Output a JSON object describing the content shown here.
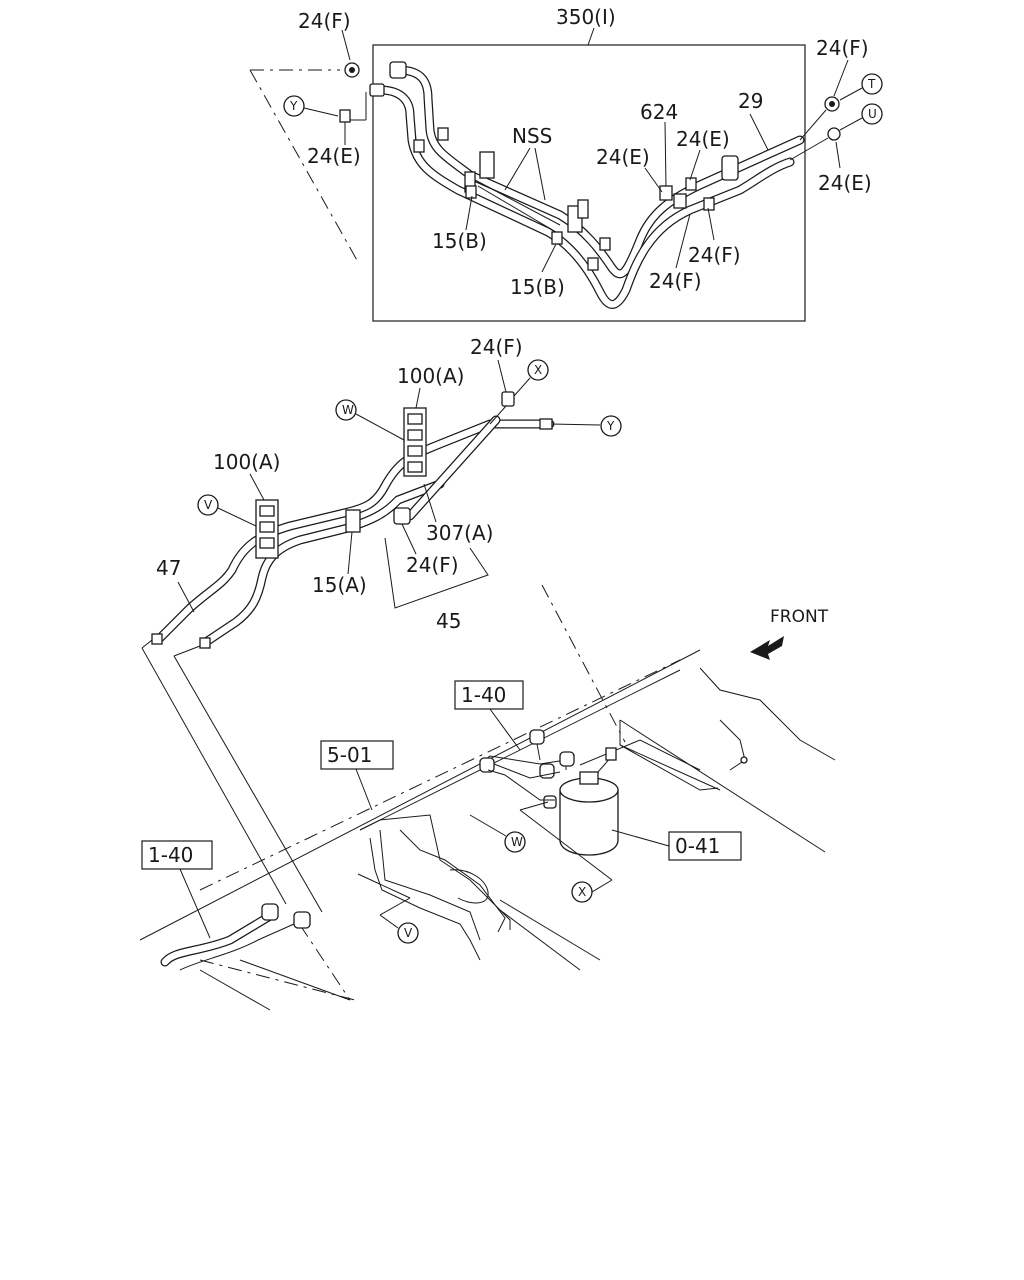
{
  "labels": {
    "l350": "350(I)",
    "l24F_a": "24(F)",
    "l24E_a": "24(E)",
    "lNSS": "NSS",
    "l15B_a": "15(B)",
    "l15B_b": "15(B)",
    "l624": "624",
    "l24E_b": "24(E)",
    "l24E_c": "24(E)",
    "l29": "29",
    "l24F_b": "24(F)",
    "l24E_d": "24(E)",
    "l24F_c": "24(F)",
    "l24F_d": "24(F)",
    "l24F_e": "24(F)",
    "l100A_a": "100(A)",
    "l100A_b": "100(A)",
    "l307A": "307(A)",
    "l24F_f": "24(F)",
    "l15A": "15(A)",
    "l45": "45",
    "l47": "47",
    "lFront": "FRONT",
    "ref140_a": "1-40",
    "ref501": "5-01",
    "ref140_b": "1-40",
    "ref041": "0-41"
  },
  "callouts": {
    "T": "T",
    "U": "U",
    "Y_top": "Y",
    "X_mid": "X",
    "W_mid": "W",
    "Y_mid": "Y",
    "V_mid": "V",
    "W_low": "W",
    "X_low": "X",
    "V_low": "V"
  }
}
